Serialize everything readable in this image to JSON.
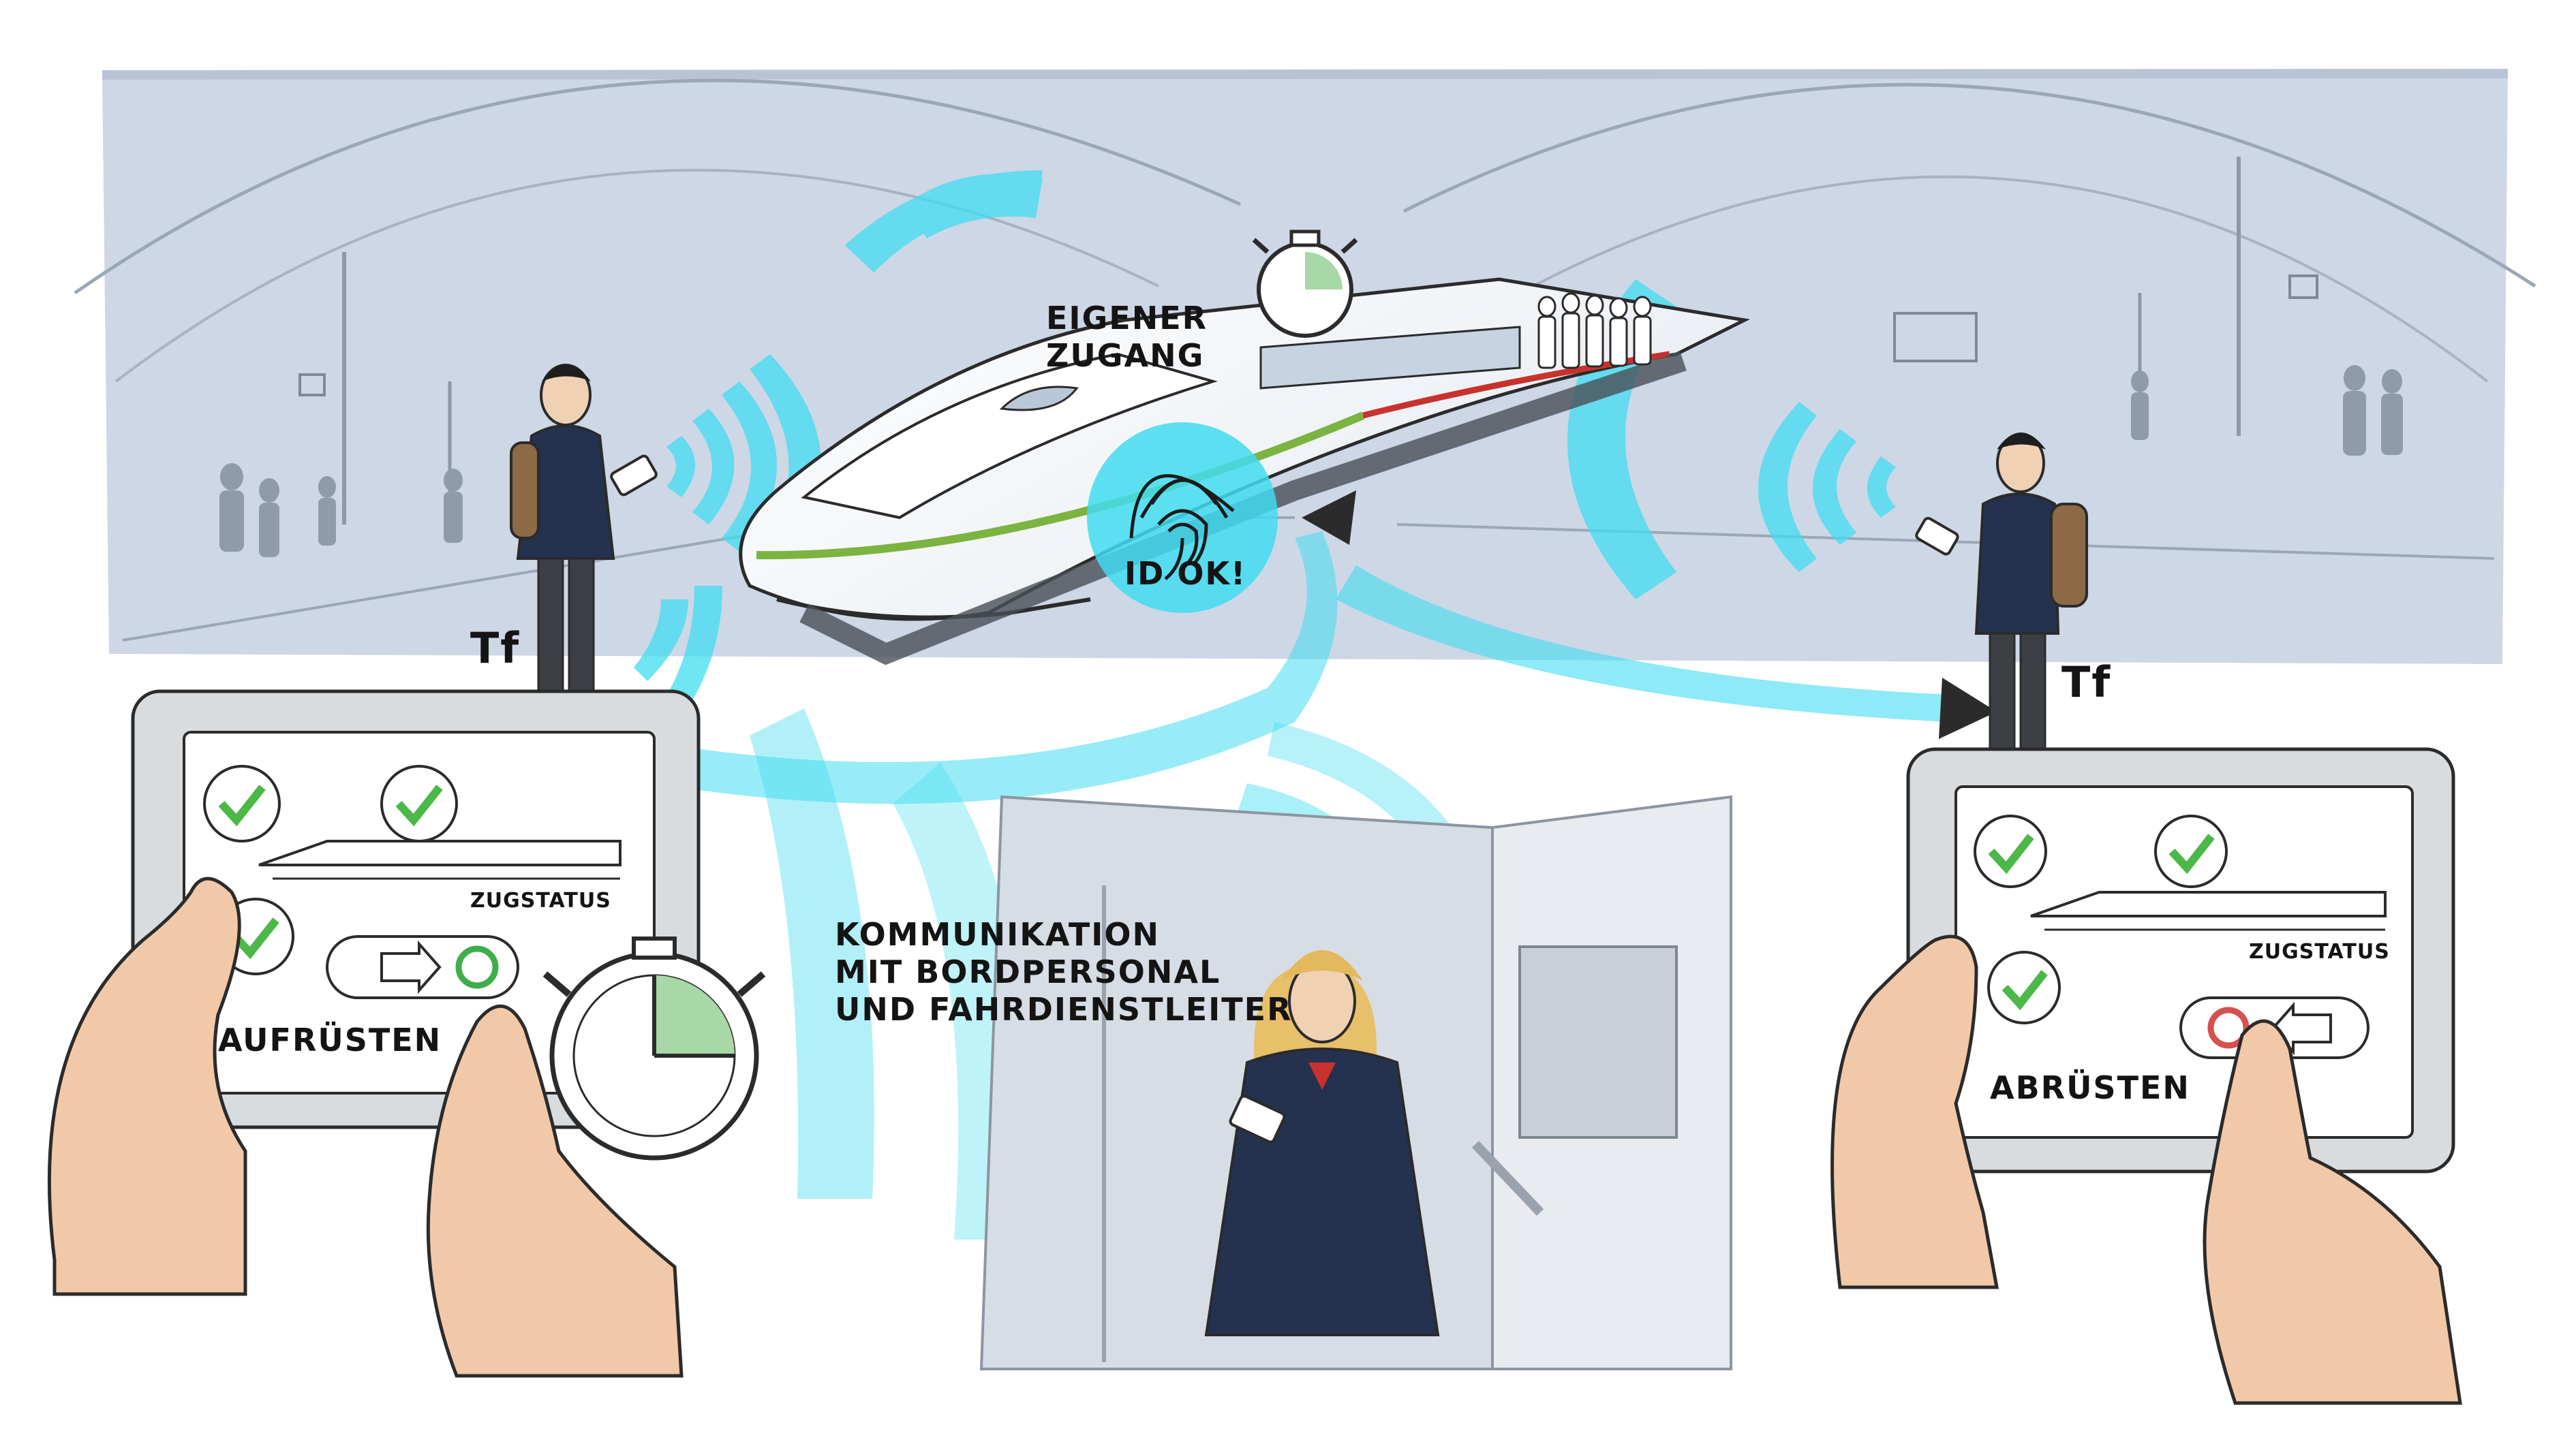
{
  "labels": {
    "access": "EIGENER\nZUGANG",
    "id_ok": "ID OK!",
    "driver_left": "Tf",
    "driver_right": "Tf",
    "communication": "KOMMUNIKATION\nMIT BORDPERSONAL\nUND FAHRDIENSTLEITER",
    "tablet_left": {
      "status": "ZUGSTATUS",
      "action": "AUFRÜSTEN"
    },
    "tablet_right": {
      "status": "ZUGSTATUS",
      "action": "ABRÜSTEN"
    }
  },
  "tablet_left_checks": 3,
  "tablet_right_checks": 3,
  "stopwatch_elapsed_fraction": 0.25,
  "colors": {
    "station_bg": "#cdd7e6",
    "signal_cyan": "#41dcf0",
    "train_green": "#7bb440",
    "train_red": "#c8322d",
    "check_green": "#4cb848",
    "button_green": "#3fae4a",
    "button_red": "#d4514f",
    "uniform_navy": "#24324f",
    "outline": "#2b2b2b"
  }
}
